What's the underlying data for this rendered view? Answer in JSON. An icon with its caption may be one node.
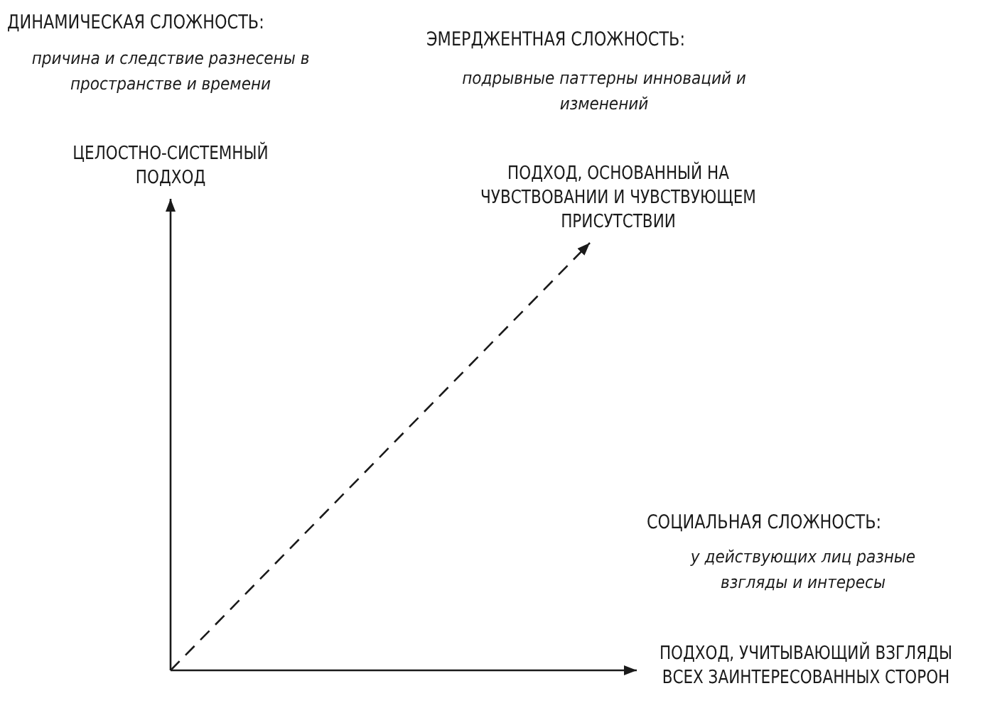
{
  "diagram": {
    "nodes": [
      {
        "text": [
          "ЦЕЛОСТНО-СИСТЕМНЫЙ ПОДХОД"
        ]
      },
      {
        "text": [
          "ПОДХОД, ОСНОВАННЫЙ НА ЧУВСТВОВАНИИ И ЧУВСТВУЮЩЕМ ПРИСУТСТВИИ"
        ]
      },
      {
        "text": [
          "ПОДХОД, УЧИТЫВАЮЩИЙ ВЗГЛЯДЫ ВСЕХ ЗАИНТЕРЕСОВАННЫХ СТОРОН"
        ]
      }
    ],
    "edges": [
      {
        "from": null,
        "to": 0,
        "arrow": "to"
      },
      {
        "from": null,
        "to": 1,
        "arrow": "to",
        "style": "dashed"
      },
      {
        "from": null,
        "to": 2,
        "arrow": "to"
      }
    ],
    "labels": [
      "ДИНАМИЧЕСКАЯ СЛОЖНОСТЬ:",
      "причина и следствие разнесены в пространстве и времени",
      "ЭМЕРДЖЕНТНАЯ СЛОЖНОСТЬ:",
      "подрывные паттерны инноваций и изменений",
      "СОЦИАЛЬНАЯ СЛОЖНОСТЬ:",
      "у действующих лиц разные взгляды и интересы"
    ]
  }
}
